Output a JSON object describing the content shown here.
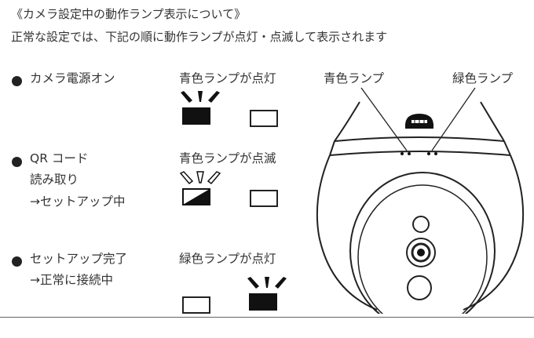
{
  "header": {
    "title": "《カメラ設定中の動作ランプ表示について》",
    "subtitle": "正常な設定では、下記の順に動作ランプが点灯・点滅して表示されます"
  },
  "steps": [
    {
      "lines": [
        "カメラ電源オン"
      ],
      "status": "青色ランプが点灯",
      "blue_lamp": "on",
      "green_lamp": "off"
    },
    {
      "lines": [
        "QR コード",
        "読み取り",
        "→セットアップ中"
      ],
      "status": "青色ランプが点滅",
      "blue_lamp": "blinking",
      "green_lamp": "off"
    },
    {
      "lines": [
        "セットアップ完了",
        "→正常に接続中"
      ],
      "status": "緑色ランプが点灯",
      "blue_lamp": "off",
      "green_lamp": "on"
    }
  ],
  "camera": {
    "blue_label": "青色ランプ",
    "green_label": "緑色ランプ"
  },
  "colors": {
    "text": "#333333",
    "line": "#222222",
    "lamp_on": "#111111"
  }
}
